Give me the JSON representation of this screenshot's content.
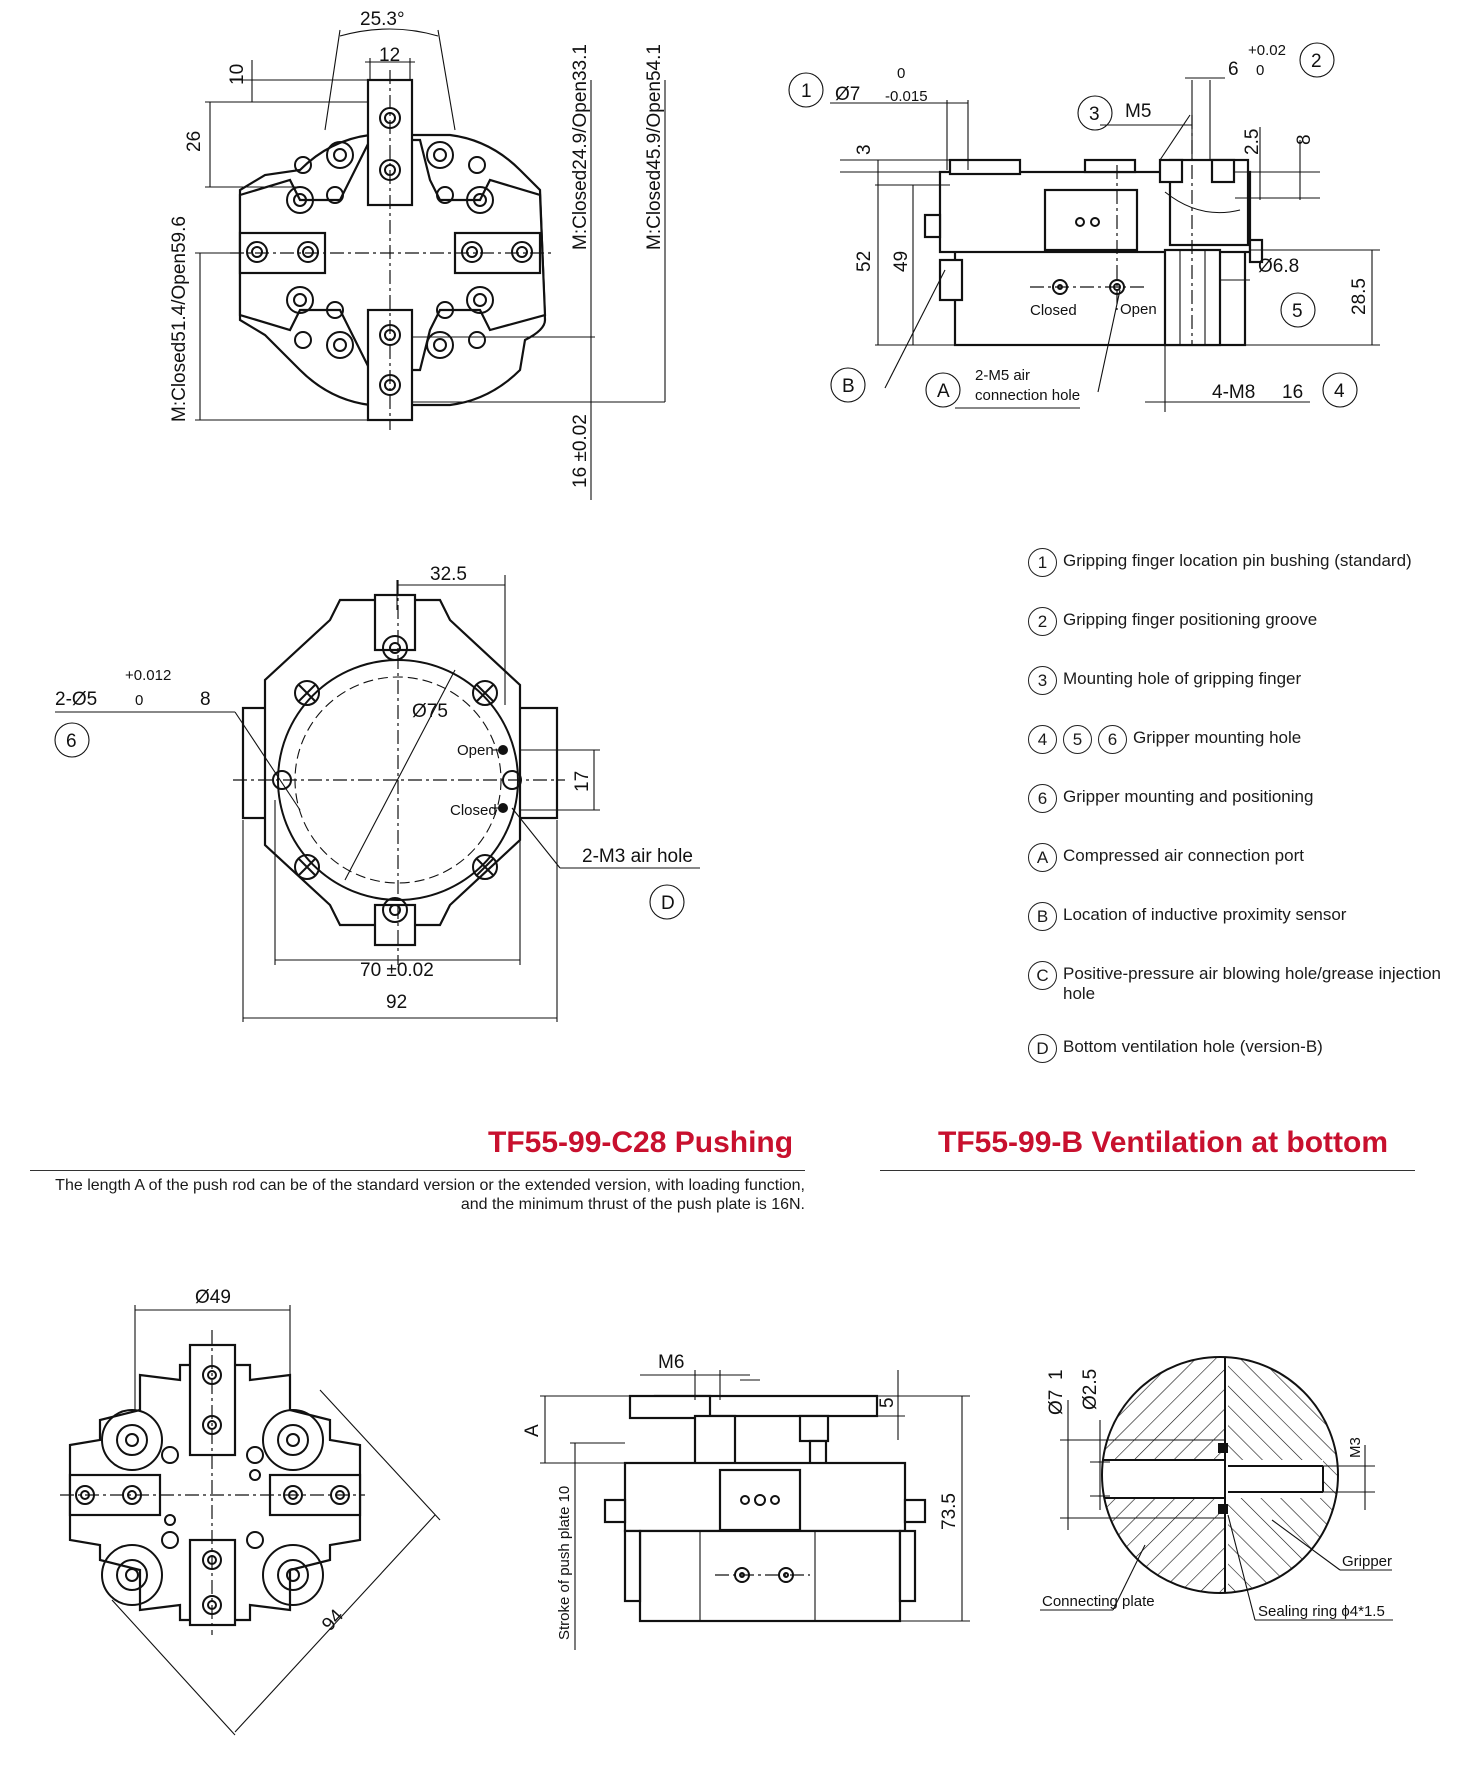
{
  "top_left": {
    "dim_angle": "25.3°",
    "dim_12": "12",
    "dim_10": "10",
    "dim_26": "26",
    "dim_closed_open_inner": "M:Closed24.9/Open33.1",
    "dim_closed_open_mid": "M:Closed45.9/Open54.1",
    "dim_closed_open_left": "M:Closed51.4/Open59.6",
    "dim_16": "16 ±0.02"
  },
  "top_right": {
    "callout_1": "1",
    "dim_d7": "Ø7",
    "dim_d7_tol_upper": "0",
    "dim_d7_tol_lower": "-0.015",
    "callout_2": "2",
    "dim_6": "6",
    "dim_6_tol_upper": "+0.02",
    "dim_6_tol_lower": "0",
    "callout_3": "3",
    "dim_m5": "M5",
    "dim_3": "3",
    "dim_2_5": "2.5",
    "dim_8": "8",
    "dim_52": "52",
    "dim_49": "49",
    "dim_d6_8": "Ø6.8",
    "dim_28_5": "28.5",
    "callout_5": "5",
    "label_closed": "Closed",
    "label_open": "Open",
    "callout_b": "B",
    "callout_a": "A",
    "air_note_line1": "2-M5 air",
    "air_note_line2": "connection hole",
    "dim_m8": "4-M8",
    "dim_m8_depth": "16",
    "callout_4": "4"
  },
  "mid_left": {
    "dim_32_5": "32.5",
    "dim_pin": "2-Ø5",
    "dim_pin_tol_upper": "+0.012",
    "dim_pin_tol_lower": "0",
    "dim_pin_depth": "8",
    "callout_6": "6",
    "dim_d75": "Ø75",
    "label_open": "Open",
    "label_closed": "Closed",
    "dim_17": "17",
    "air_hole": "2-M3 air hole",
    "callout_d": "D",
    "dim_70": "70 ±0.02",
    "dim_92": "92"
  },
  "legend": [
    {
      "badges": [
        "1"
      ],
      "text": "Gripping finger location pin bushing (standard)"
    },
    {
      "badges": [
        "2"
      ],
      "text": "Gripping finger positioning groove"
    },
    {
      "badges": [
        "3"
      ],
      "text": "Mounting hole of gripping finger"
    },
    {
      "badges": [
        "4",
        "5",
        "6"
      ],
      "text": "Gripper mounting hole"
    },
    {
      "badges": [
        "6"
      ],
      "text": "Gripper mounting and positioning"
    },
    {
      "badges": [
        "A"
      ],
      "text": "Compressed air connection port"
    },
    {
      "badges": [
        "B"
      ],
      "text": "Location of inductive proximity sensor"
    },
    {
      "badges": [
        "C"
      ],
      "text": "Positive-pressure air blowing hole/grease injection hole"
    },
    {
      "badges": [
        "D"
      ],
      "text": "Bottom ventilation hole (version-B)"
    }
  ],
  "sections": {
    "pushing_title": "TF55-99-C28 Pushing",
    "pushing_note": "The length A of the push rod can be of the standard version or the extended version, with loading function, and the minimum thrust of the push plate is 16N.",
    "ventilation_title": "TF55-99-B Ventilation at bottom"
  },
  "bottom_left": {
    "dim_d49": "Ø49",
    "dim_94": "94"
  },
  "bottom_mid": {
    "dim_m6": "M6",
    "dim_5": "5",
    "dim_a": "A",
    "dim_stroke": "Stroke of push plate 10",
    "dim_73_5": "73.5"
  },
  "bottom_right": {
    "dim_d7_depth": "Ø7",
    "dim_d7_depth_val": "1",
    "dim_d2_5": "Ø2.5",
    "dim_m3": "M3",
    "label_gripper": "Gripper",
    "label_connecting_plate": "Connecting plate",
    "label_sealing_ring": "Sealing ring ϕ4*1.5"
  }
}
